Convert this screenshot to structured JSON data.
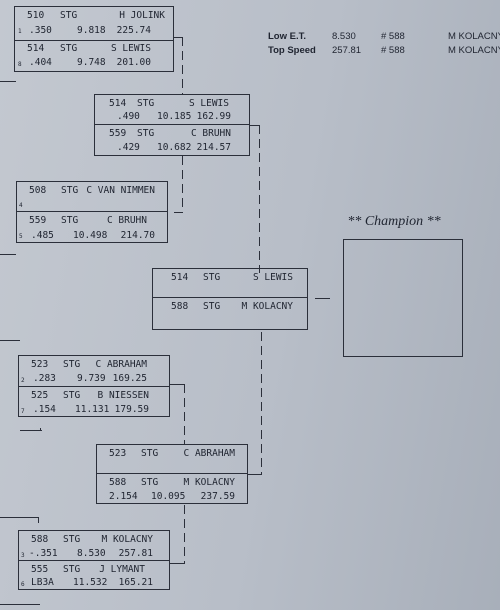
{
  "stats": {
    "low_et": {
      "label": "Low  E.T.",
      "value": "8.530",
      "car": "# 588",
      "driver": "M KOLACNY"
    },
    "top_speed": {
      "label": "Top Speed",
      "value": "257.81",
      "car": "# 588",
      "driver": "M KOLACNY"
    }
  },
  "champion": {
    "title": "** Champion **"
  },
  "matches": {
    "m1": {
      "top": {
        "car": "510",
        "cls": "STG",
        "driver": "H JOLINK",
        "seed": "1",
        "rt": ".350",
        "et": "9.818",
        "mph": "225.74"
      },
      "bottom": {
        "car": "514",
        "cls": "STG",
        "driver": "S LEWIS",
        "seed": "8",
        "rt": ".404",
        "et": "9.748",
        "mph": "201.00"
      }
    },
    "m2": {
      "top": {
        "car": "514",
        "cls": "STG",
        "driver": "S LEWIS",
        "rt": ".490",
        "et": "10.185",
        "mph": "162.99"
      },
      "bottom": {
        "car": "559",
        "cls": "STG",
        "driver": "C BRUHN",
        "rt": ".429",
        "et": "10.682",
        "mph": "214.57"
      }
    },
    "m3": {
      "top": {
        "car": "508",
        "cls": "STG",
        "driver": "C VAN NIMMEN",
        "seed": "4"
      },
      "bottom": {
        "car": "559",
        "cls": "STG",
        "driver": "C BRUHN",
        "seed": "5",
        "rt": ".485",
        "et": "10.498",
        "mph": "214.70"
      }
    },
    "m4": {
      "top": {
        "car": "514",
        "cls": "STG",
        "driver": "S LEWIS"
      },
      "bottom": {
        "car": "588",
        "cls": "STG",
        "driver": "M KOLACNY"
      }
    },
    "m5": {
      "top": {
        "car": "523",
        "cls": "STG",
        "driver": "C ABRAHAM",
        "seed": "2",
        "rt": ".283",
        "et": "9.739",
        "mph": "169.25"
      },
      "bottom": {
        "car": "525",
        "cls": "STG",
        "driver": "B NIESSEN",
        "seed": "7",
        "rt": ".154",
        "et": "11.131",
        "mph": "179.59"
      }
    },
    "m6": {
      "top": {
        "car": "523",
        "cls": "STG",
        "driver": "C ABRAHAM"
      },
      "bottom": {
        "car": "588",
        "cls": "STG",
        "driver": "M KOLACNY",
        "rt": "2.154",
        "et": "10.095",
        "mph": "237.59"
      }
    },
    "m7": {
      "top": {
        "car": "588",
        "cls": "STG",
        "driver": "M KOLACNY",
        "seed": "3",
        "rt": "-.351",
        "et": "8.530",
        "mph": "257.81"
      },
      "bottom": {
        "car": "555",
        "cls": "STG",
        "driver": "J LYMANT",
        "seed": "6",
        "rt": "LB3A",
        "et": "11.532",
        "mph": "165.21"
      }
    }
  }
}
